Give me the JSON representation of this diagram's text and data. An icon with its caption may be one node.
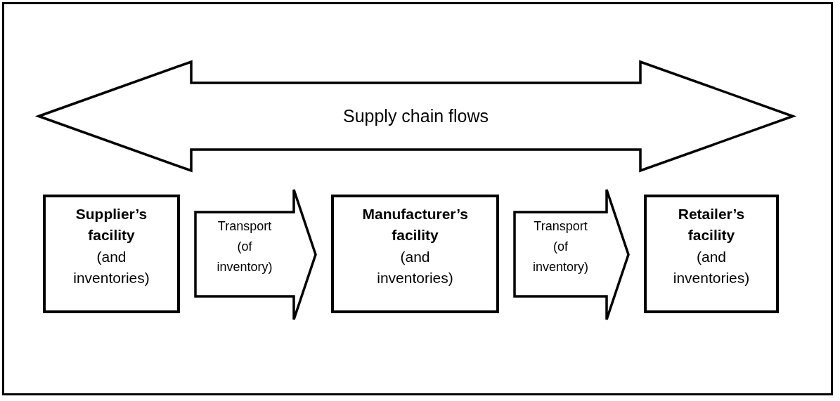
{
  "diagram": {
    "nodes": [
      {
        "text": [
          "Supply chain flows"
        ]
      },
      {
        "text": [
          "Supplier’s facility",
          "(and inventories)"
        ]
      },
      {
        "text": [
          "Manufacturer’s facility",
          "(and inventories)"
        ]
      },
      {
        "text": [
          "Retailer’s facility",
          "(and inventories)"
        ]
      }
    ],
    "edges": [
      {
        "from": 1,
        "to": 2,
        "arrow": "to",
        "label": "Transport (of inventory)",
        "style": "thick"
      },
      {
        "from": 2,
        "to": 3,
        "arrow": "to",
        "label": "Transport (of inventory)",
        "style": "thick"
      }
    ]
  }
}
